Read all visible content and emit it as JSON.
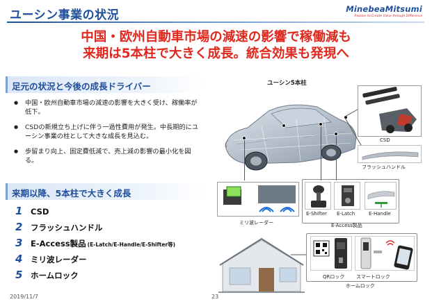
{
  "header": {
    "title": "ユーシン事業の状況",
    "logo_main": "MinebeaMitsumi",
    "logo_sub": "Passion to Create Value through Difference"
  },
  "headline": {
    "line1": "中国・欧州自動車市場の減速の影響で稼働減も",
    "line2": "来期は5本柱で大きく成長。統合効果も発現へ"
  },
  "section1": {
    "title": "足元の状況と今後の成長ドライバー",
    "bullets": [
      "中国・欧州自動車市場の減速の影響を大きく受け、稼働率が低下。",
      "CSDの新規立ち上げに伴う一過性費用が発生。中長期的にユーシン事業の柱として大きな成長を見込む。",
      "歩留まり向上、固定費低減で、売上減の影響の最小化を図る。"
    ]
  },
  "section2": {
    "title": "来期以降、5本柱で大きく成長",
    "pillars": [
      {
        "num": "1",
        "label": "CSD",
        "sub": ""
      },
      {
        "num": "2",
        "label": "フラッシュハンドル",
        "sub": ""
      },
      {
        "num": "3",
        "label": "E-Access製品",
        "sub": "(E-Latch/E-Handle/E-Shifter等)"
      },
      {
        "num": "4",
        "label": "ミリ波レーダー",
        "sub": ""
      },
      {
        "num": "5",
        "label": "ホームロック",
        "sub": ""
      }
    ]
  },
  "diagram": {
    "title": "ユーシン5本柱",
    "captions": {
      "csd": "CSD",
      "flush_handle": "フラッシュハンドル",
      "radar": "ミリ波レーダー",
      "e_shifter": "E-Shifter",
      "e_latch": "E-Latch",
      "e_handle": "E-Handle",
      "e_access": "E-Access製品",
      "qr_lock": "QRロック",
      "smart_lock": "スマートロック",
      "home_lock": "ホームロック"
    }
  },
  "footer": {
    "date": "2019/11/7",
    "page": "23"
  },
  "colors": {
    "brand_blue": "#1f4e9c",
    "headline_red": "#e0281e"
  }
}
